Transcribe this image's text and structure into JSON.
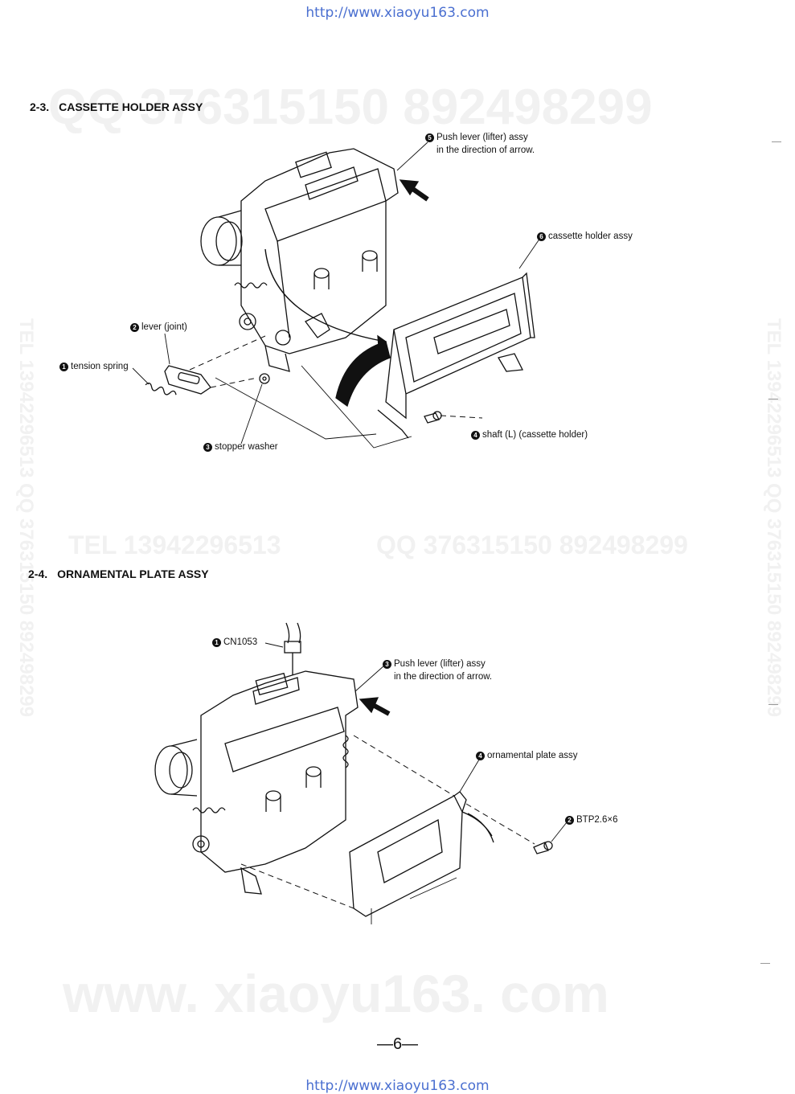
{
  "header_url": "http://www.xiaoyu163.com",
  "footer_url": "http://www.xiaoyu163.com",
  "watermarks": {
    "top_qq": "QQ 376315150   892498299",
    "mid_tel": "TEL 13942296513",
    "mid_qq": "QQ 376315150  892498299",
    "bottom": "www. xiaoyu163. com",
    "vert_left": "TEL 13942296513  QQ 376315150  892498299",
    "vert_right": "TEL 13942296513  QQ 376315150  892498299"
  },
  "section1": {
    "number": "2-3.",
    "title": "CASSETTE HOLDER ASSY",
    "callouts": [
      {
        "badge": "5",
        "line1": "Push lever (lifter) assy",
        "line2": "in the direction of arrow."
      },
      {
        "badge": "6",
        "line1": "cassette holder assy"
      },
      {
        "badge": "2",
        "line1": "lever (joint)"
      },
      {
        "badge": "1",
        "line1": "tension spring"
      },
      {
        "badge": "4",
        "line1": "shaft (L) (cassette holder)"
      },
      {
        "badge": "3",
        "line1": "stopper washer"
      }
    ]
  },
  "section2": {
    "number": "2-4.",
    "title": "ORNAMENTAL PLATE ASSY",
    "callouts": [
      {
        "badge": "1",
        "line1": "CN1053"
      },
      {
        "badge": "3",
        "line1": "Push lever (lifter) assy",
        "line2": "in the direction of arrow."
      },
      {
        "badge": "4",
        "line1": "ornamental plate assy"
      },
      {
        "badge": "2",
        "line1": "BTP2.6×6"
      }
    ]
  },
  "page_number": "—6—"
}
